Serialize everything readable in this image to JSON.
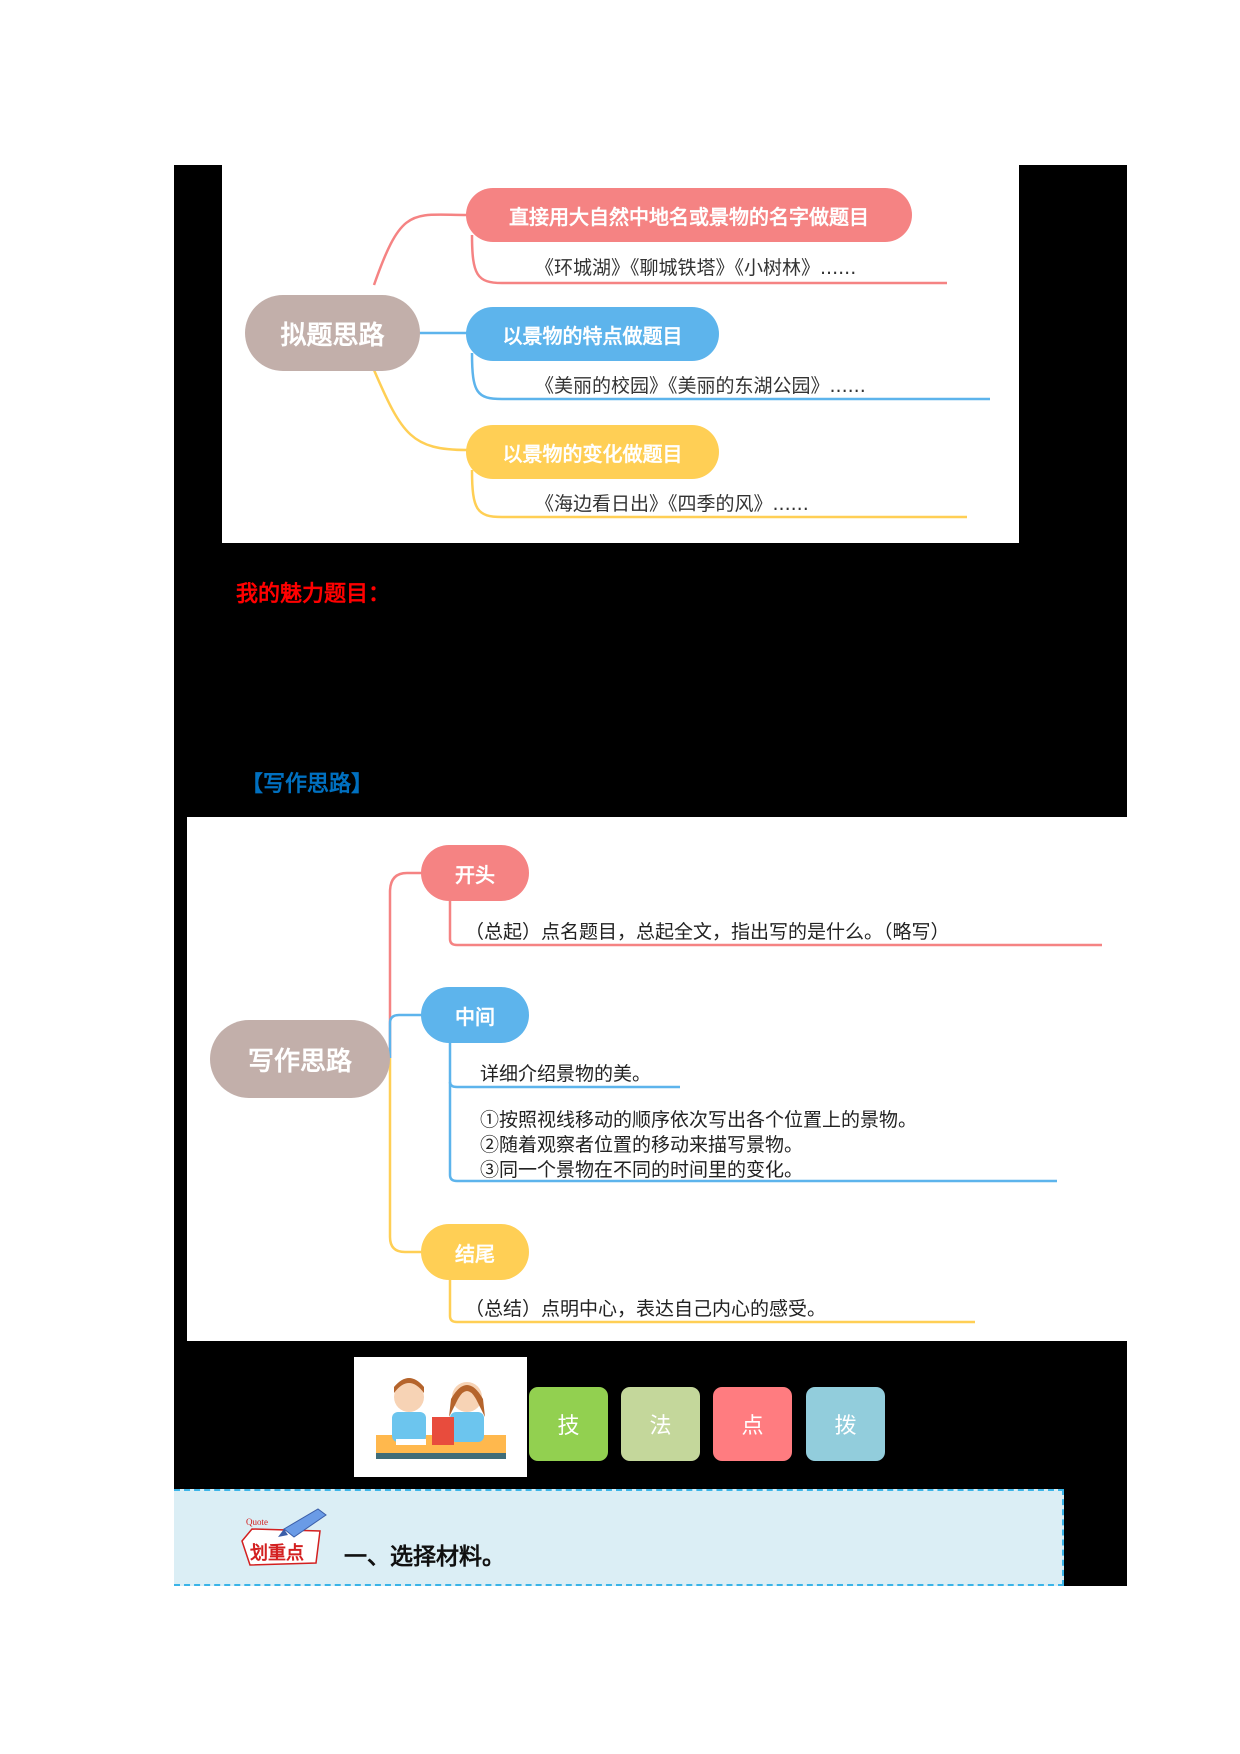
{
  "title_map": {
    "root": "拟题思路",
    "branches": [
      {
        "label": "直接用大自然中地名或景物的名字做题目",
        "color": "#F58383",
        "examples": "《环城湖》《聊城铁塔》《小树林》......"
      },
      {
        "label": "以景物的特点做题目",
        "color": "#5DB4EC",
        "examples": "《美丽的校园》《美丽的东湖公园》......"
      },
      {
        "label": "以景物的变化做题目",
        "color": "#FFCF55",
        "examples": "《海边看日出》《四季的风》......"
      }
    ],
    "root_color": "#C2AFAA"
  },
  "my_title_label": "我的魅力题目：",
  "writing_heading": "【写作思路】",
  "writing_map": {
    "root": "写作思路",
    "branches": [
      {
        "label": "开头",
        "color": "#F58383",
        "items": [
          "（总起）点名题目，总起全文，指出写的是什么。（略写）"
        ]
      },
      {
        "label": "中间",
        "color": "#5DB4EC",
        "items": [
          "详细介绍景物的美。",
          "①按照视线移动的顺序依次写出各个位置上的景物。",
          "②随着观察者位置的移动来描写景物。",
          "③同一个景物在不同的时间里的变化。"
        ]
      },
      {
        "label": "结尾",
        "color": "#FFCF55",
        "items": [
          "（总结）点明中心，表达自己内心的感受。"
        ]
      }
    ]
  },
  "tips_tiles": [
    {
      "label": "技",
      "color": "#92D050"
    },
    {
      "label": "法",
      "color": "#C4D79B"
    },
    {
      "label": "点",
      "color": "#FF7C80"
    },
    {
      "label": "拨",
      "color": "#92CDDC"
    }
  ],
  "highlight": {
    "badge_quote": "Quote",
    "badge_text": "划重点",
    "heading": "一、选择材料。"
  }
}
